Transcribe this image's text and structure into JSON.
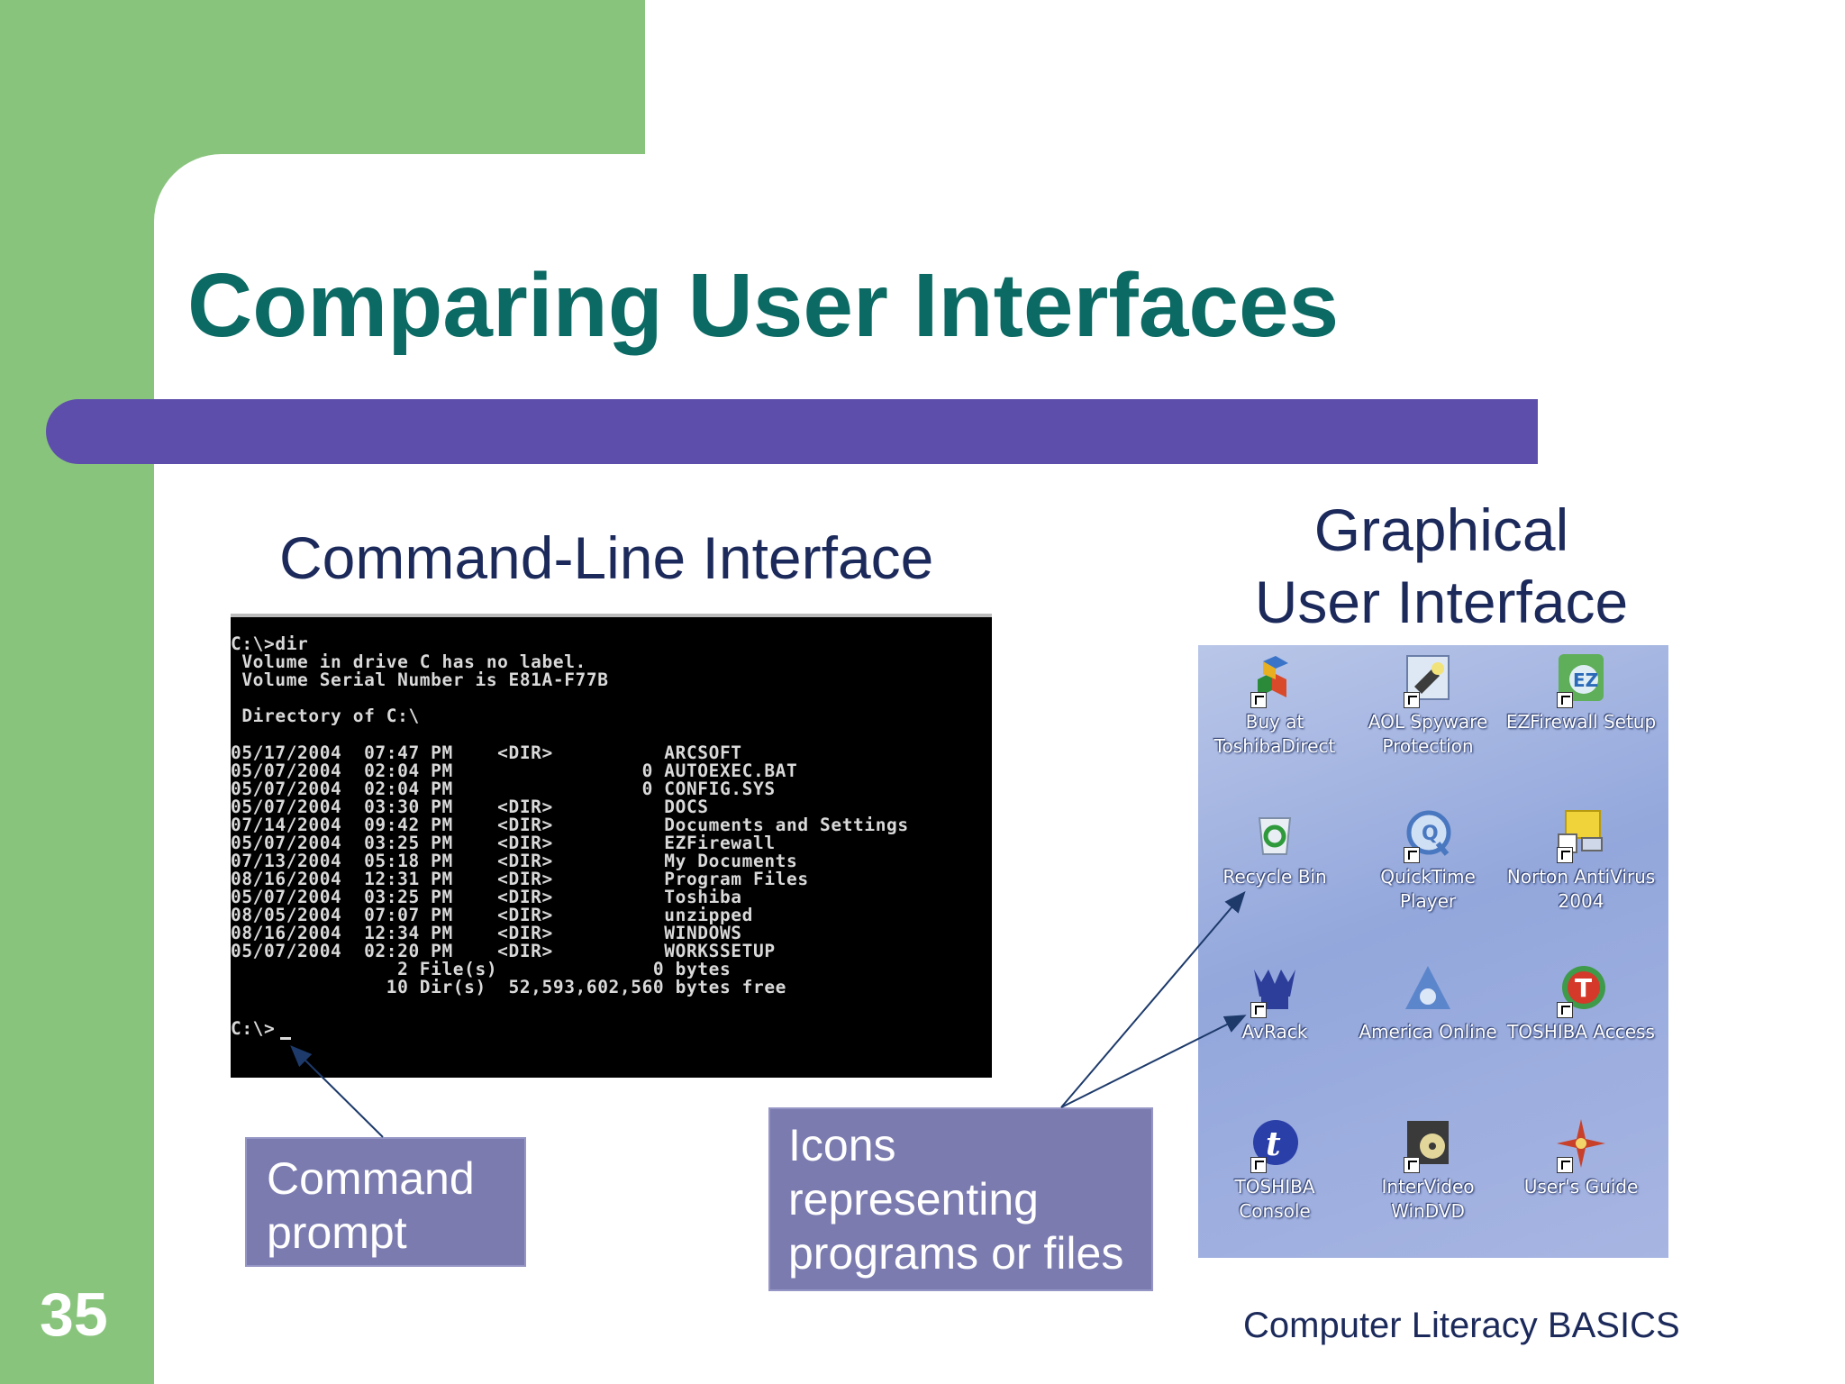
{
  "slide": {
    "title": "Comparing User Interfaces",
    "number": "35",
    "footer": "Computer Literacy BASICS"
  },
  "cli": {
    "heading": "Command-Line Interface",
    "lines": [
      "C:\\>dir",
      " Volume in drive C has no label.",
      " Volume Serial Number is E81A-F77B",
      "",
      " Directory of C:\\",
      "",
      "05/17/2004  07:47 PM    <DIR>          ARCSOFT",
      "05/07/2004  02:04 PM                 0 AUTOEXEC.BAT",
      "05/07/2004  02:04 PM                 0 CONFIG.SYS",
      "05/07/2004  03:30 PM    <DIR>          DOCS",
      "07/14/2004  09:42 PM    <DIR>          Documents and Settings",
      "05/07/2004  03:25 PM    <DIR>          EZFirewall",
      "07/13/2004  05:18 PM    <DIR>          My Documents",
      "08/16/2004  12:31 PM    <DIR>          Program Files",
      "05/07/2004  03:25 PM    <DIR>          Toshiba",
      "08/05/2004  07:07 PM    <DIR>          unzipped",
      "08/16/2004  12:34 PM    <DIR>          WINDOWS",
      "05/07/2004  02:20 PM    <DIR>          WORKSSETUP",
      "               2 File(s)              0 bytes",
      "              10 Dir(s)  52,593,602,560 bytes free",
      "",
      "C:\\>"
    ]
  },
  "gui": {
    "heading": "Graphical User Interface",
    "icons": [
      {
        "label": "Buy at ToshibaDirect",
        "icon": "boxes-icon"
      },
      {
        "label": "AOL Spyware Protection",
        "icon": "flashlight-icon"
      },
      {
        "label": "EZFirewall Setup",
        "icon": "ez-firewall-icon"
      },
      {
        "label": "Recycle Bin",
        "icon": "recycle-bin-icon"
      },
      {
        "label": "QuickTime Player",
        "icon": "quicktime-icon"
      },
      {
        "label": "Norton AntiVirus 2004",
        "icon": "norton-icon"
      },
      {
        "label": "AvRack",
        "icon": "avrack-icon"
      },
      {
        "label": "America Online",
        "icon": "aol-icon"
      },
      {
        "label": "TOSHIBA Access",
        "icon": "toshiba-access-icon"
      },
      {
        "label": "TOSHIBA Console",
        "icon": "toshiba-console-icon"
      },
      {
        "label": "InterVideo WinDVD",
        "icon": "windvd-icon"
      },
      {
        "label": "User's Guide",
        "icon": "users-guide-icon"
      }
    ]
  },
  "callouts": {
    "command_prompt": "Command prompt",
    "icons": "Icons representing programs or files"
  },
  "colors": {
    "green": "#89c47d",
    "title": "#0b6a63",
    "bar": "#5e4eab",
    "callout": "#7b7bb0",
    "heading": "#1c2a5b"
  }
}
